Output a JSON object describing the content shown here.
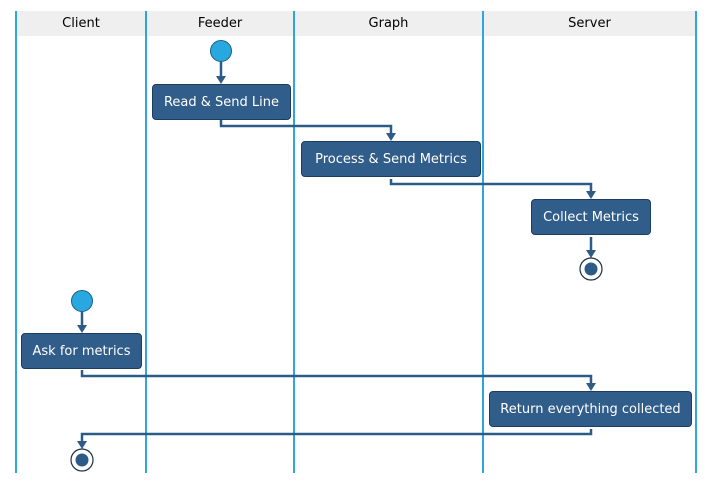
{
  "lanes": {
    "client": "Client",
    "feeder": "Feeder",
    "graph": "Graph",
    "server": "Server"
  },
  "activities": {
    "read_send_line": "Read & Send Line",
    "process_send_metrics": "Process & Send Metrics",
    "collect_metrics": "Collect Metrics",
    "ask_for_metrics": "Ask for metrics",
    "return_everything": "Return everything collected"
  },
  "colors": {
    "lane_border": "#2ea6dc",
    "lane_header_bg": "#efefef",
    "activity_fill": "#305d89",
    "start_node": "#29a8e0",
    "arrow": "#2d5b88"
  }
}
